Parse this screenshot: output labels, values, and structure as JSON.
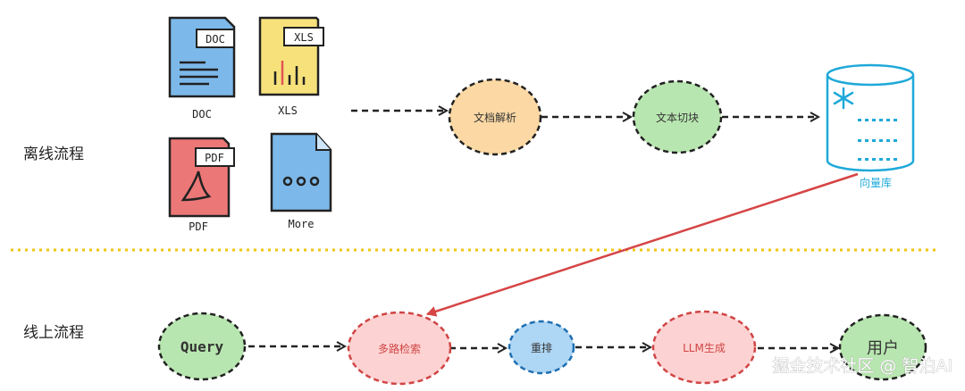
{
  "sections": {
    "offline": "离线流程",
    "online": "线上流程"
  },
  "files": [
    {
      "badge": "DOC",
      "caption": "DOC",
      "icon": "doc-file-icon"
    },
    {
      "badge": "XLS",
      "caption": "XLS",
      "icon": "xls-file-icon"
    },
    {
      "badge": "PDF",
      "caption": "PDF",
      "icon": "pdf-file-icon"
    },
    {
      "badge": "",
      "caption": "More",
      "icon": "more-file-icon"
    }
  ],
  "offline_flow": {
    "parse": "文档解析",
    "chunk": "文本切块",
    "vector_db": "向量库"
  },
  "online_flow": {
    "query": "Query",
    "retrieval": "多路检索",
    "rerank": "重排",
    "llm": "LLM生成",
    "user": "用户"
  },
  "watermark": "掘金技术社区 @ 智泊AI",
  "colors": {
    "orange_node": "#fcd9a4",
    "green_node": "#b8e6b0",
    "red_node": "#fdd2d2",
    "blue_node": "#aed6f5",
    "db_blue": "#1fa9d9",
    "arrow_red": "#d64545",
    "divider_yellow": "#f1c40f"
  }
}
